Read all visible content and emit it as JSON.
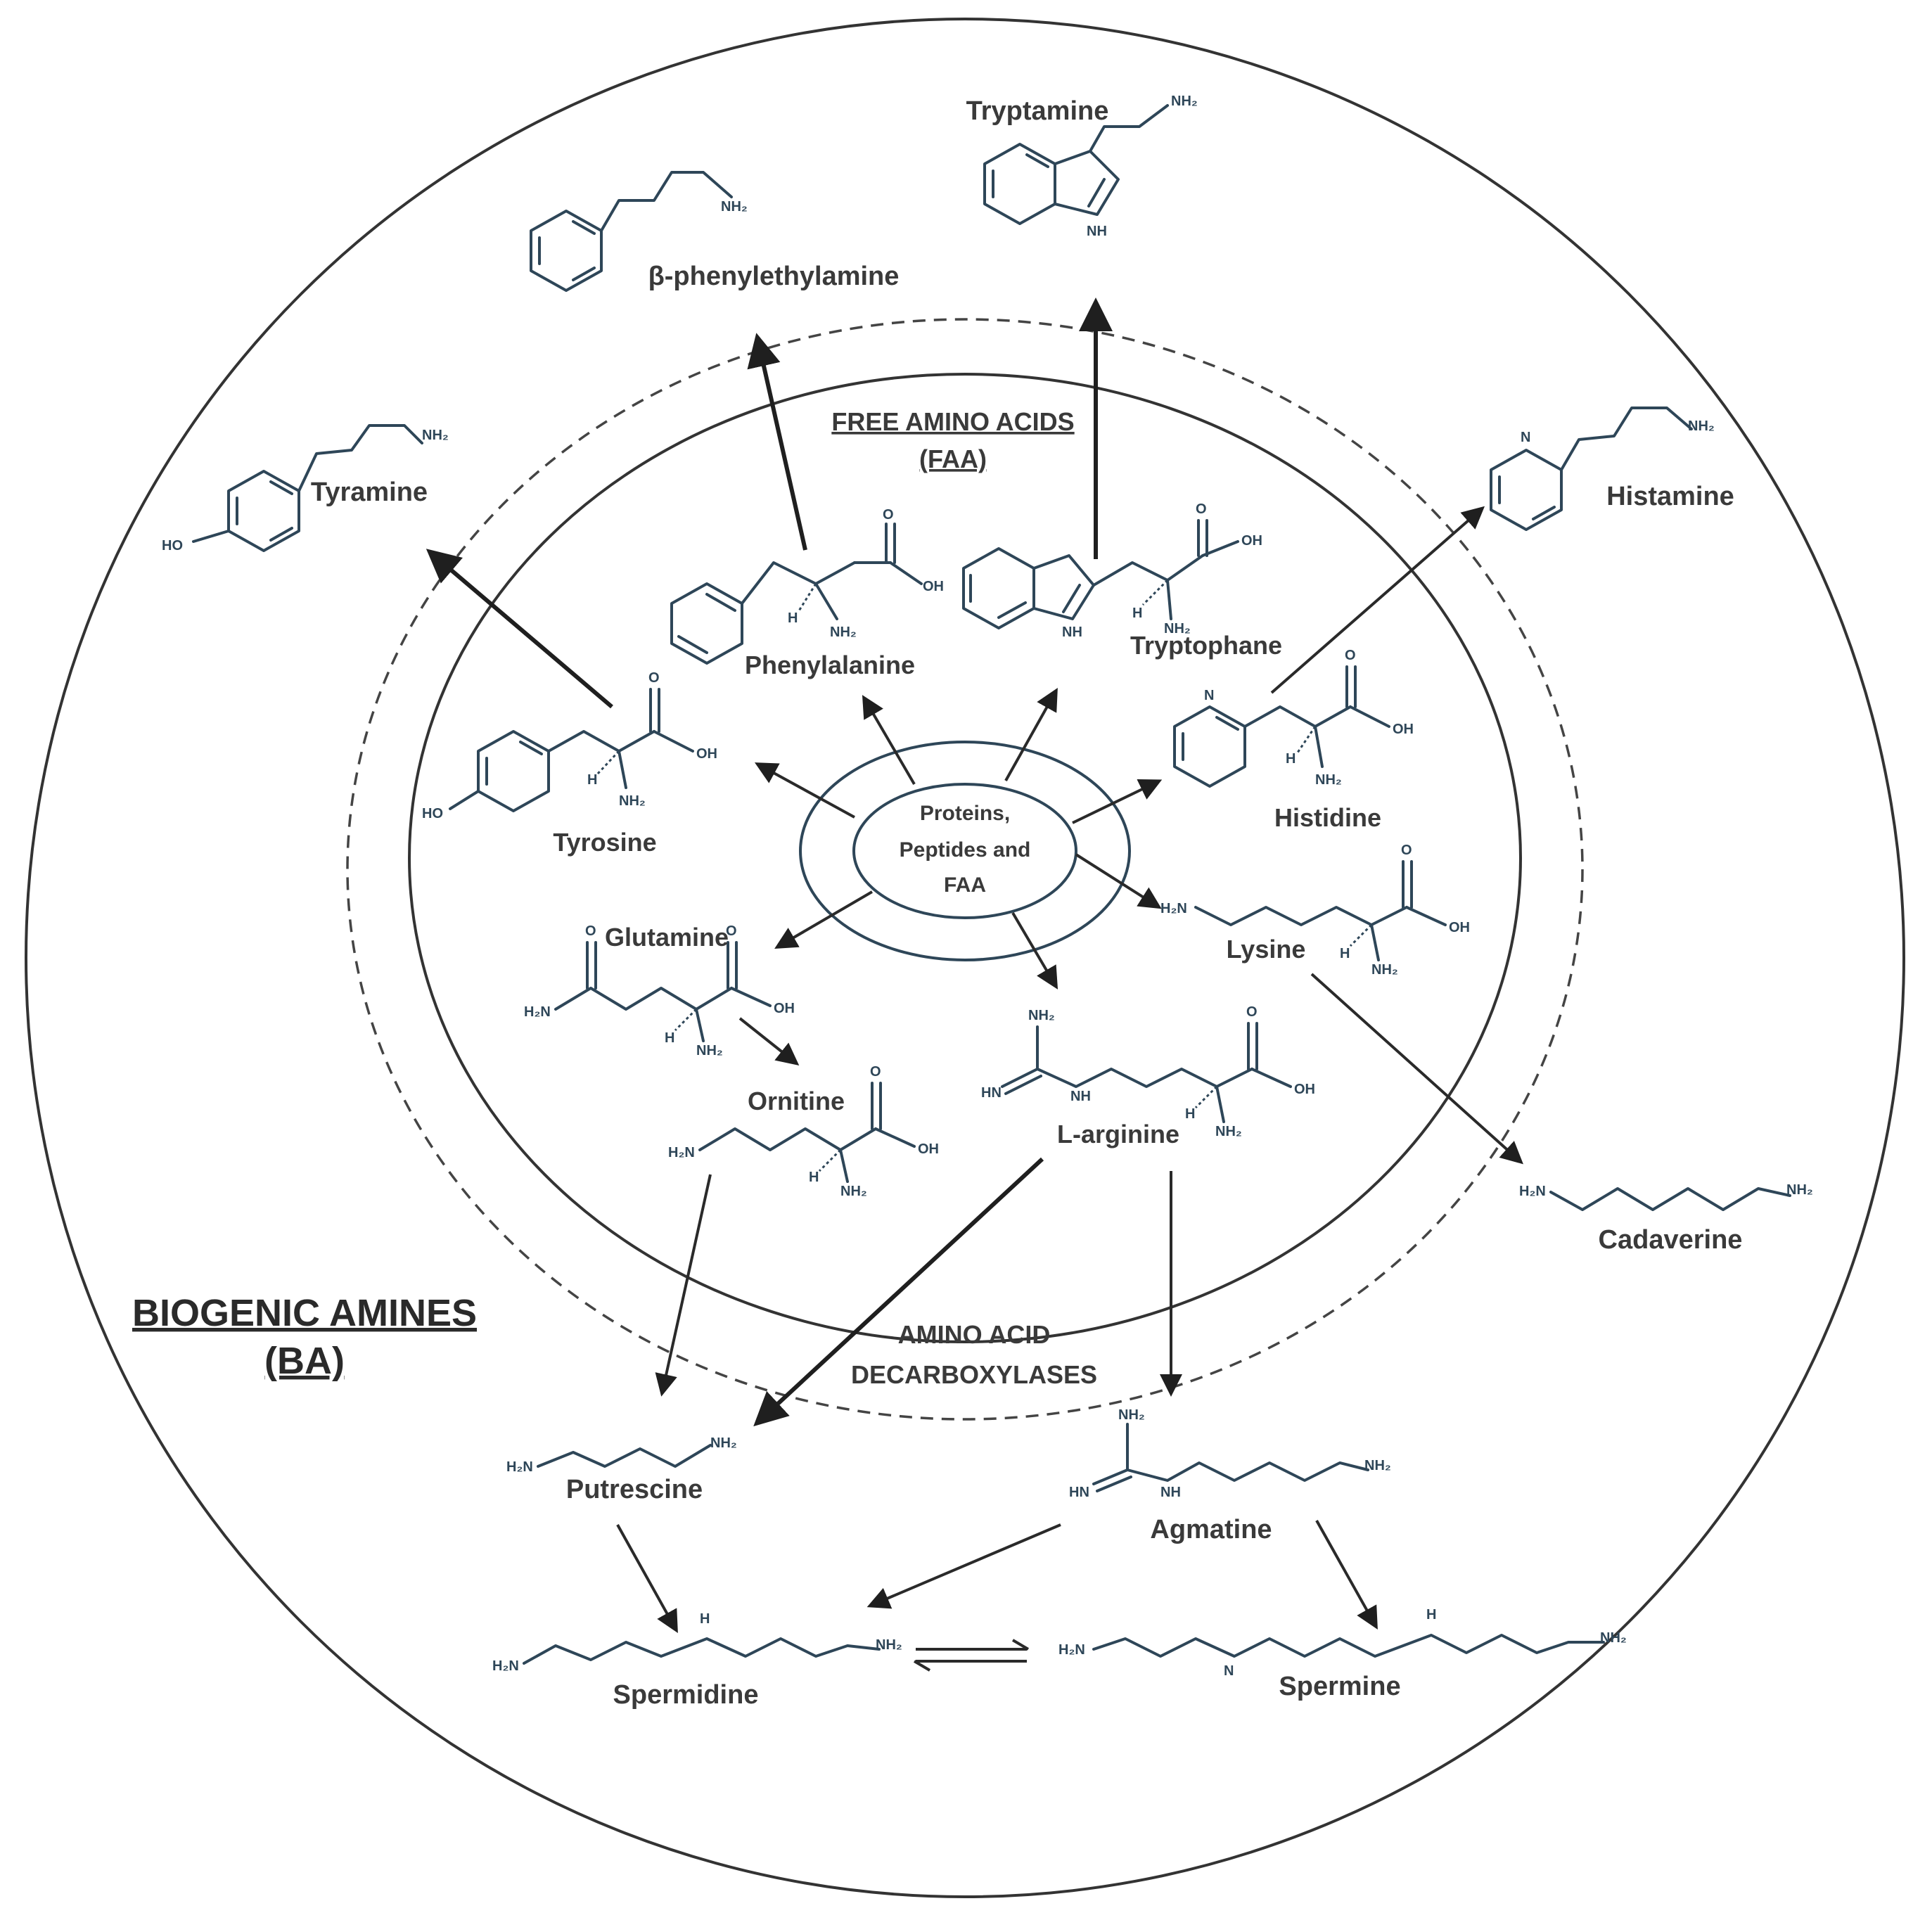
{
  "rings": {
    "outer_label_line1": "BIOGENIC AMINES",
    "outer_label_line2": "(BA)",
    "faa_line1": "FREE AMINO ACIDS",
    "faa_line2": "(FAA)",
    "decarb_line1": "AMINO ACID",
    "decarb_line2": "DECARBOXYLASES",
    "center_line1": "Proteins,",
    "center_line2": "Peptides and",
    "center_line3": "FAA"
  },
  "amino_acids": {
    "phenylalanine": "Phenylalanine",
    "tryptophane": "Tryptophane",
    "tyrosine": "Tyrosine",
    "histidine": "Histidine",
    "glutamine": "Glutamine",
    "lysine": "Lysine",
    "ornitine": "Ornitine",
    "l_arginine": "L-arginine"
  },
  "amines": {
    "tryptamine": "Tryptamine",
    "phenylethylamine": "β-phenylethylamine",
    "tyramine": "Tyramine",
    "histamine": "Histamine",
    "cadaverine": "Cadaverine",
    "putrescine": "Putrescine",
    "agmatine": "Agmatine",
    "spermidine": "Spermidine",
    "spermine": "Spermine"
  },
  "atoms": {
    "nh2": "NH₂",
    "oh": "OH",
    "o": "O",
    "h": "H",
    "ho": "HO",
    "n": "N",
    "nh": "NH",
    "hn": "HN",
    "h2n": "H₂N"
  },
  "colors": {
    "structure": "#2e4658",
    "arrow": "#1f1f1f",
    "text": "#3a3a3a"
  }
}
